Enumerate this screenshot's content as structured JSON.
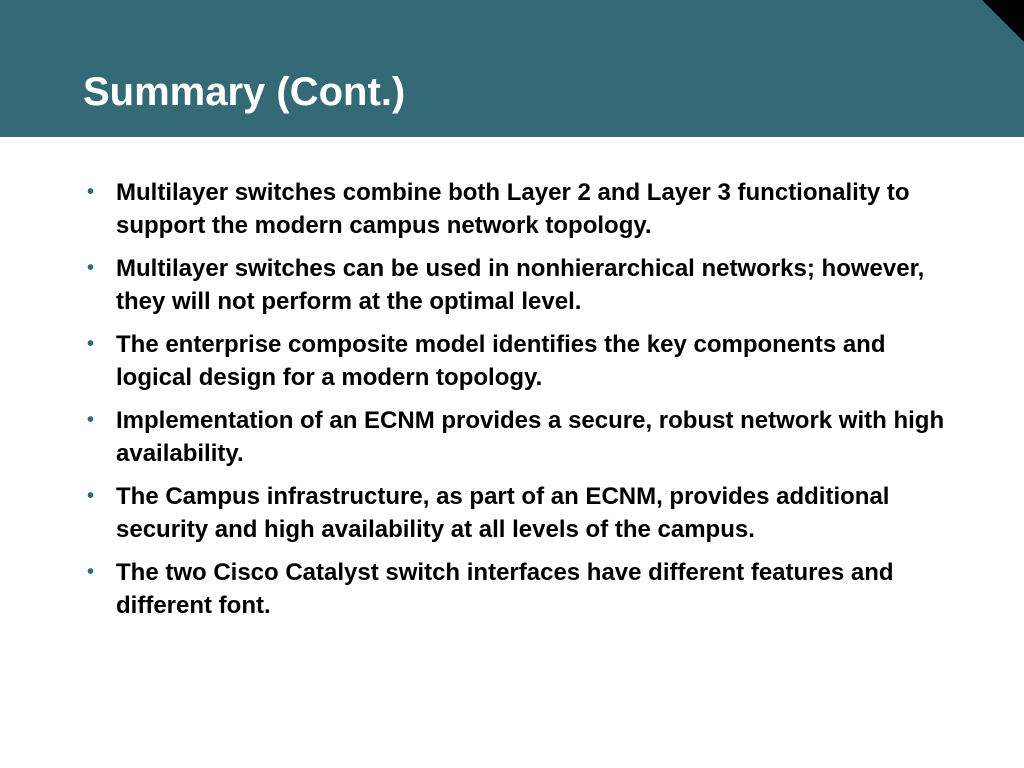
{
  "slide": {
    "title": "Summary (Cont.)",
    "bullet_symbol": "•",
    "bullets": [
      "Multilayer switches combine both Layer 2 and Layer 3 functionality to support the modern campus network topology.",
      "Multilayer switches can be used in nonhierarchical networks; however, they will not perform at the optimal level.",
      "The enterprise composite model identifies the key components and logical design for a modern topology.",
      "Implementation of an ECNM provides a secure, robust network with high availability.",
      "The Campus infrastructure, as part of an ECNM, provides additional security and high availability at all levels of the campus.",
      "The two Cisco Catalyst switch interfaces have different features and different font."
    ]
  },
  "colors": {
    "header_background": "#336a75",
    "title_text": "#ffffff",
    "body_text": "#000000",
    "corner_accent": "#000000"
  }
}
